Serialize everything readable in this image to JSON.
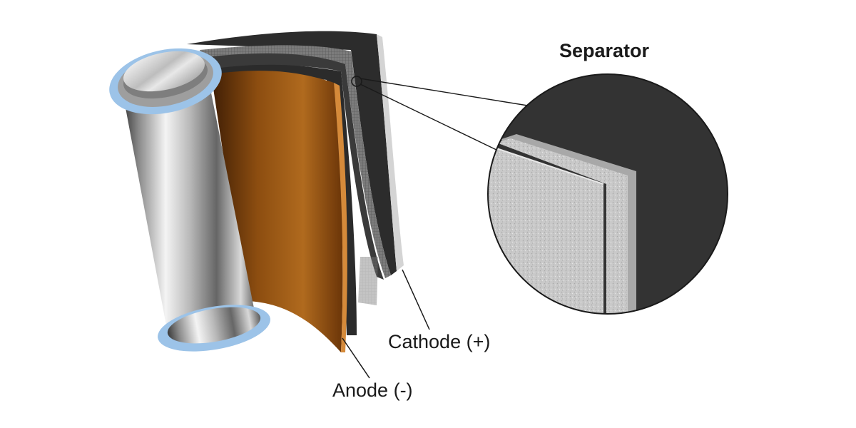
{
  "labels": {
    "separator": "Separator",
    "cathode": "Cathode (+)",
    "anode": "Anode (-)"
  },
  "colors": {
    "background": "#ffffff",
    "cathode_foil": "#2a2a2a",
    "separator_layer": "#8e8e8e",
    "anode_copper": "#8a4a10",
    "can_steel": "#b8b8b8",
    "insulator_ring": "#9cc3e8",
    "separator_zoom_face": "#c8c8c8",
    "zoom_background": "#333333"
  }
}
